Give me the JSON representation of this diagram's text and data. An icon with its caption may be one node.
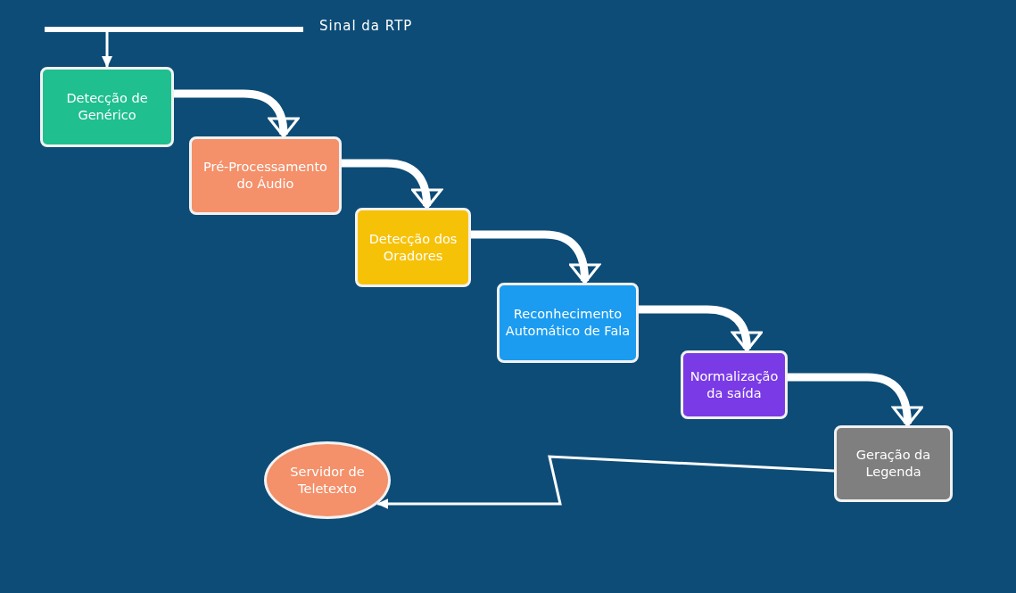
{
  "diagram": {
    "nodes": [
      {
        "text": [],
        "shape": "bar",
        "beside": [
          "Sinal da RTP"
        ]
      },
      {
        "text": [
          "Detecção de Genérico"
        ]
      },
      {
        "text": [
          "Pré-Processamento do Áudio"
        ]
      },
      {
        "text": [
          "Detecção dos Oradores"
        ]
      },
      {
        "text": [
          "Reconhecimento Automático de Fala"
        ]
      },
      {
        "text": [
          "Normalização da saída"
        ]
      },
      {
        "text": [
          "Geração da Legenda"
        ]
      },
      {
        "text": [
          "Servidor de Teletexto"
        ]
      }
    ],
    "edges": [
      {
        "from": 0,
        "to": 1,
        "arrow": "to"
      },
      {
        "from": 1,
        "to": 2,
        "arrow": "to"
      },
      {
        "from": 2,
        "to": 3,
        "arrow": "to"
      },
      {
        "from": 3,
        "to": 4,
        "arrow": "to"
      },
      {
        "from": 4,
        "to": 5,
        "arrow": "to"
      },
      {
        "from": 5,
        "to": 6,
        "arrow": "to"
      },
      {
        "from": 6,
        "to": 7,
        "arrow": "to"
      }
    ]
  }
}
